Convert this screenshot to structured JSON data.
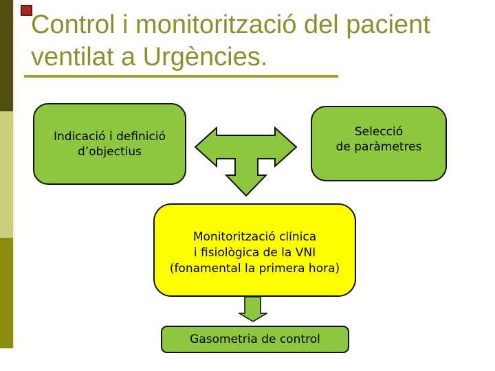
{
  "title": {
    "line1": "Control i monitorització del pacient",
    "line2": "ventilat a Urgències."
  },
  "flowchart": {
    "left_box": {
      "line1": "Indicació i definició",
      "line2": "d’objectius"
    },
    "right_box": {
      "line1": "Selecció",
      "line2": "de paràmetres"
    },
    "center_box": {
      "line1": "Monitorització clínica",
      "line2": "i fisiològica de la VNI",
      "line3": "(fonamental la primera hora)"
    },
    "bottom_box": {
      "label": "Gasometria de control"
    }
  },
  "colors": {
    "title-olive": "#8d8e2e",
    "rule-olive": "#9ea229",
    "green": "#8dc63f",
    "yellow": "#ffff00",
    "sidebar-dark": "#4e4e10",
    "sidebar-light": "#c9ce7b",
    "sidebar-olive": "#8b8d11",
    "accent-red": "#a8281f",
    "accent-red-border": "#6d120c",
    "outline": "#111111"
  }
}
